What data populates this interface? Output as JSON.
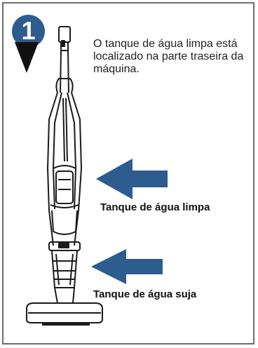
{
  "step": {
    "number": "1"
  },
  "instruction": {
    "text": "O tanque de água limpa está localizado na parte traseira da máquina."
  },
  "labels": {
    "clean_tank": "Tanque de água limpa",
    "dirty_tank": "Tanque de água suja"
  },
  "colors": {
    "accent": "#2d5c8e",
    "border": "#6e6e6e",
    "arrow": "#2d5c8e",
    "line_art": "#1a1a1a"
  },
  "icons": {
    "step_arrow": "down-triangle-icon",
    "pointer": "left-arrow-icon"
  }
}
